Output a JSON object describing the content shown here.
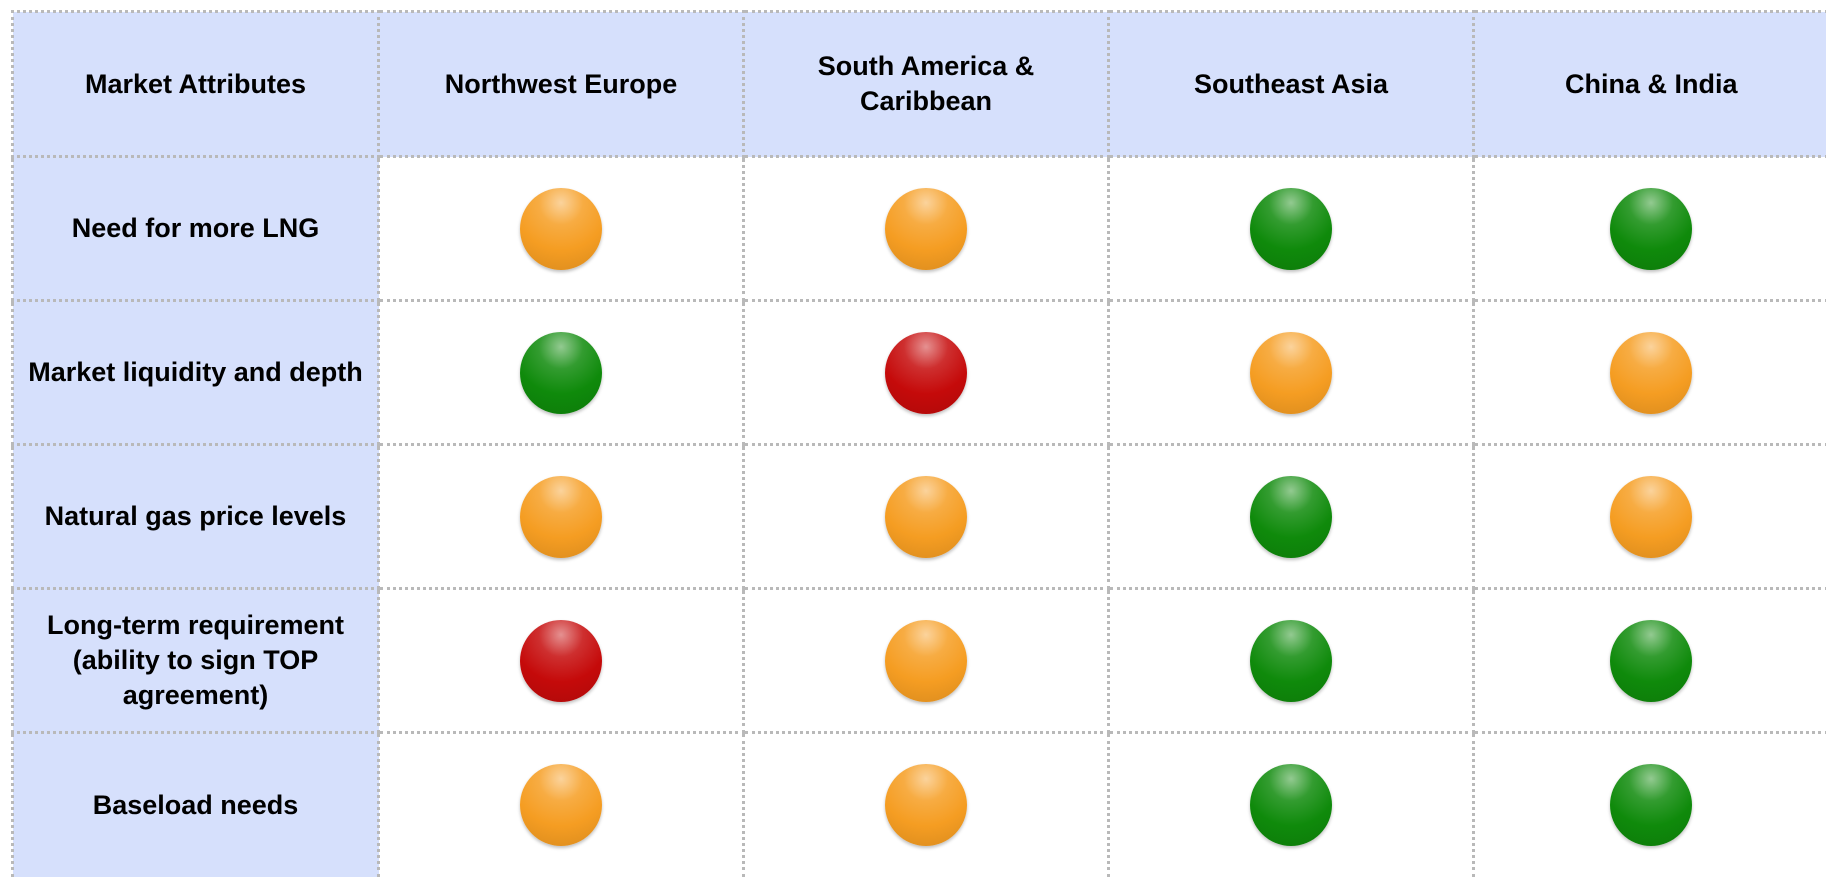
{
  "colors": {
    "header_bg": "#d6e0fc",
    "border": "#b9b9b9",
    "orange": "#f59d22",
    "green": "#0f8a0b",
    "red": "#c50a0a"
  },
  "table": {
    "headers": [
      "Market Attributes",
      "Northwest Europe",
      "South America & Caribbean",
      "Southeast Asia",
      "China & India"
    ],
    "rows": [
      {
        "label": "Need for more LNG",
        "ratings": [
          "orange",
          "orange",
          "green",
          "green"
        ]
      },
      {
        "label": "Market liquidity and depth",
        "ratings": [
          "green",
          "red",
          "orange",
          "orange"
        ]
      },
      {
        "label": "Natural gas price levels",
        "ratings": [
          "orange",
          "orange",
          "green",
          "orange"
        ]
      },
      {
        "label": "Long-term requirement (ability to sign TOP agreement)",
        "ratings": [
          "red",
          "orange",
          "green",
          "green"
        ]
      },
      {
        "label": "Baseload needs",
        "ratings": [
          "orange",
          "orange",
          "green",
          "green"
        ]
      }
    ]
  }
}
